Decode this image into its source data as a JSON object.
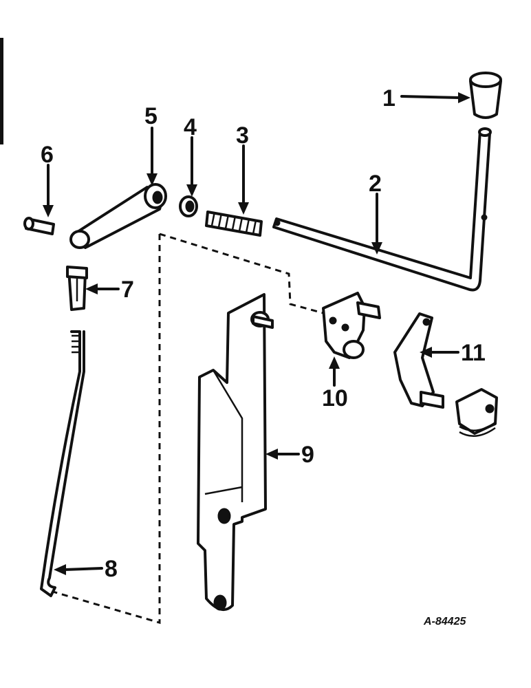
{
  "figure": {
    "reference_code": "A-84425",
    "callouts": [
      {
        "id": "1",
        "label": "1"
      },
      {
        "id": "2",
        "label": "2"
      },
      {
        "id": "3",
        "label": "3"
      },
      {
        "id": "4",
        "label": "4"
      },
      {
        "id": "5",
        "label": "5"
      },
      {
        "id": "6",
        "label": "6"
      },
      {
        "id": "7",
        "label": "7"
      },
      {
        "id": "8",
        "label": "8"
      },
      {
        "id": "9",
        "label": "9"
      },
      {
        "id": "10",
        "label": "10"
      },
      {
        "id": "11",
        "label": "11"
      }
    ]
  }
}
